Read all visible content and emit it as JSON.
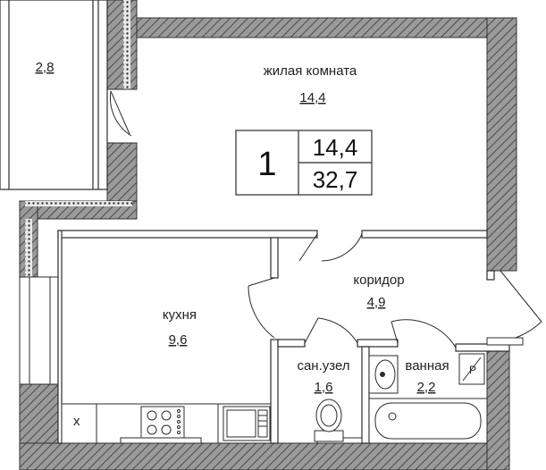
{
  "rooms": {
    "balcony": {
      "area": "2,8"
    },
    "living": {
      "name": "жилая комната",
      "area": "14,4"
    },
    "corridor": {
      "name": "коридор",
      "area": "4,9"
    },
    "kitchen": {
      "name": "кухня",
      "area": "9,6"
    },
    "wc": {
      "name": "сан.узел",
      "area": "1,6"
    },
    "bathroom": {
      "name": "ванная",
      "area": "2,2"
    }
  },
  "summary": {
    "room_count": "1",
    "living_area": "14,4",
    "total_area": "32,7"
  },
  "fixtures": {
    "kitchen_cross_mark": "x",
    "floor_drain_mark": "Р"
  },
  "colors": {
    "wall_fill": "#8c8c8c",
    "wall_stroke": "#333333",
    "line": "#2b2b2b"
  }
}
